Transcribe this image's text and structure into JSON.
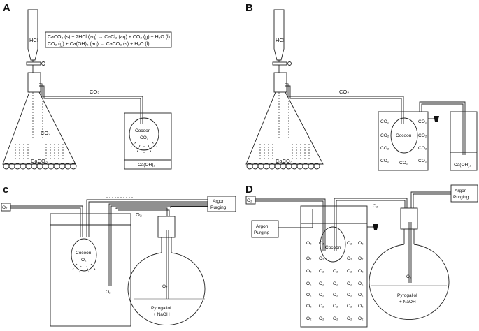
{
  "panels": {
    "A": {
      "letter": "A",
      "hcl": "HCl",
      "eq1": "CaCO₃ (s) + 2HCl (aq) → CaCl₂ (aq) + CO₂ (g) + H₂O (l)",
      "eq2": "CO₂ (g) + Ca(OH)₂ (aq) → CaCO₃ (s) + H₂O (l)",
      "co2_tube": "CO₂",
      "co2_flask": "CO₂",
      "caco3": "CaCO₃",
      "cocoon": "Cocoon",
      "cocoon_co2": "CO₂",
      "caoh2": "Ca(OH)₂"
    },
    "B": {
      "letter": "B",
      "hcl": "HCl",
      "co2_tube": "CO₂",
      "caco3": "CaCO₃",
      "cocoon": "Cocoon",
      "co2": "CO₂",
      "caoh2": "Ca(OH)₂"
    },
    "C": {
      "letter": "c",
      "o2_source": "O₂",
      "argon": [
        "Argon",
        "Purging"
      ],
      "o2_tube": "O₂",
      "cocoon": "Cocoon",
      "cocoon_o2": "O₂",
      "o2_inlet": "O₂",
      "o2_flask": "O₂",
      "pyrogallol": [
        "Pyrogallol",
        "+ NaOH"
      ]
    },
    "D": {
      "letter": "D",
      "o2_source": "O₂",
      "argon_right": [
        "Argon",
        "Purging"
      ],
      "argon_left": [
        "Argon",
        "Purging"
      ],
      "o2_tube": "O₂",
      "cocoon": "Cocoon",
      "o2": "O₂",
      "o2_flask": "O₂",
      "pyrogallol": [
        "Pyrogallol",
        "+ NaOH"
      ]
    }
  }
}
